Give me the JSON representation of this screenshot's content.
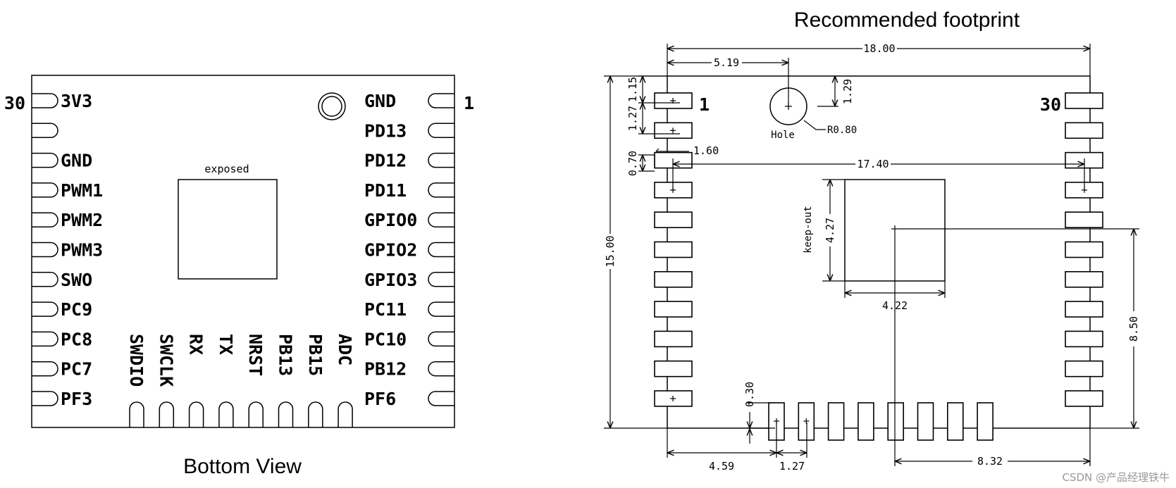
{
  "bottom_view": {
    "caption": "Bottom View",
    "exposed_label": "exposed",
    "left_pin_number": "30",
    "right_pin_number": "1",
    "left_pins": [
      "3V3",
      "",
      "GND",
      "PWM1",
      "PWM2",
      "PWM3",
      "SWO",
      "PC9",
      "PC8",
      "PC7",
      "PF3"
    ],
    "right_pins": [
      "GND",
      "PD13",
      "PD12",
      "PD11",
      "GPIO0",
      "GPIO2",
      "GPIO3",
      "PC11",
      "PC10",
      "PB12",
      "PF6"
    ],
    "bottom_pins": [
      "SWDIO",
      "SWCLK",
      "RX",
      "TX",
      "NRST",
      "PB13",
      "PB15",
      "ADC"
    ]
  },
  "footprint": {
    "title": "Recommended footprint",
    "pin1_label": "1",
    "pin30_label": "30",
    "hole_label": "Hole",
    "hole_radius": "R0.80",
    "keepout_label": "keep-out",
    "dimensions": {
      "width": "18.00",
      "hole_x": "5.19",
      "hole_y": "1.29",
      "pad_top": "1.15",
      "pitch": "1.27",
      "pad_length": "1.60",
      "pad_width": "0.70",
      "pad_span": "17.40",
      "height": "15.00",
      "keepout_h": "4.27",
      "keepout_w": "4.22",
      "center_y": "8.50",
      "bottom_offset": "0.30",
      "bottom_x": "4.59",
      "bottom_pitch": "1.27",
      "center_x": "8.32"
    }
  },
  "watermark": "CSDN @产品经理铁牛"
}
